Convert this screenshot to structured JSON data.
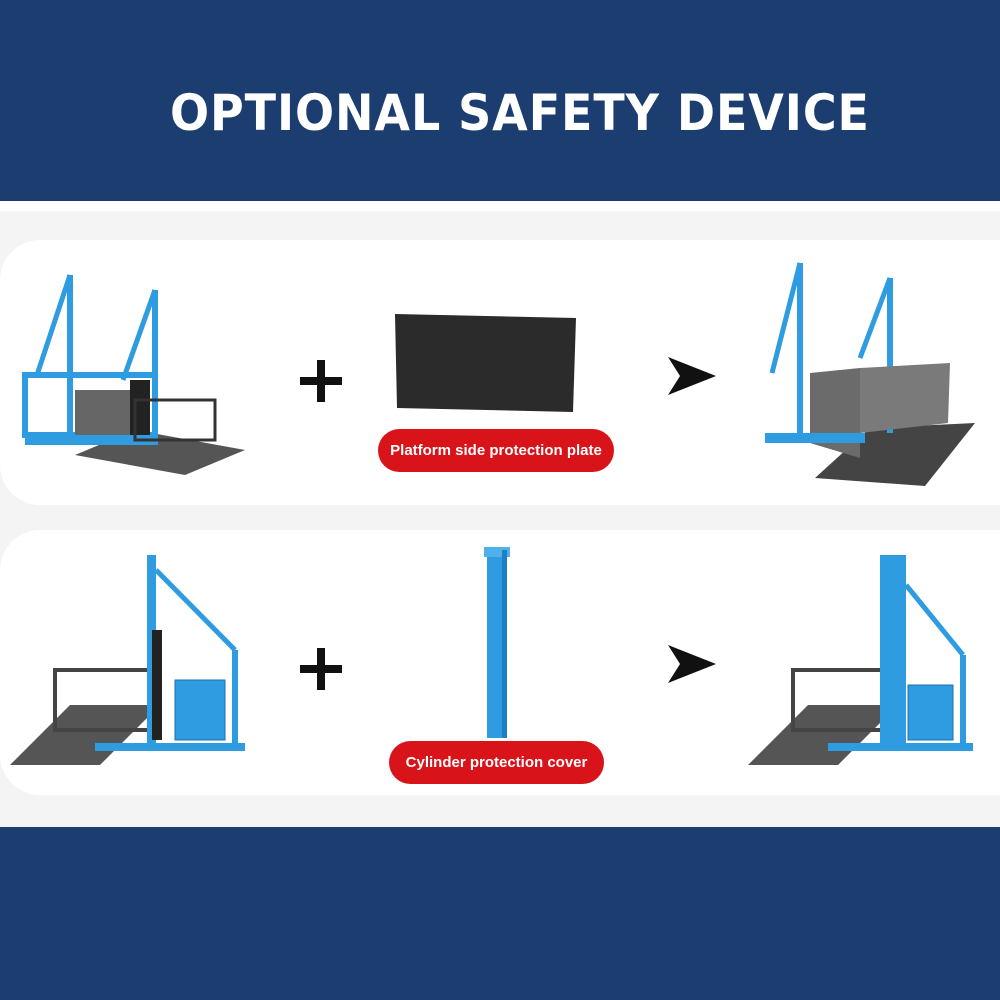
{
  "header": {
    "title": "OPTIONAL SAFETY DEVICE"
  },
  "colors": {
    "navy": "#1c3d70",
    "label_red": "#d9131a",
    "machine_blue": "#2f9be0"
  },
  "rows": [
    {
      "accessory_label": "Platform side protection plate",
      "operator_icons": [
        "plus-icon",
        "arrow-right-icon"
      ]
    },
    {
      "accessory_label": "Cylinder protection cover",
      "operator_icons": [
        "plus-icon",
        "arrow-right-icon"
      ]
    }
  ]
}
